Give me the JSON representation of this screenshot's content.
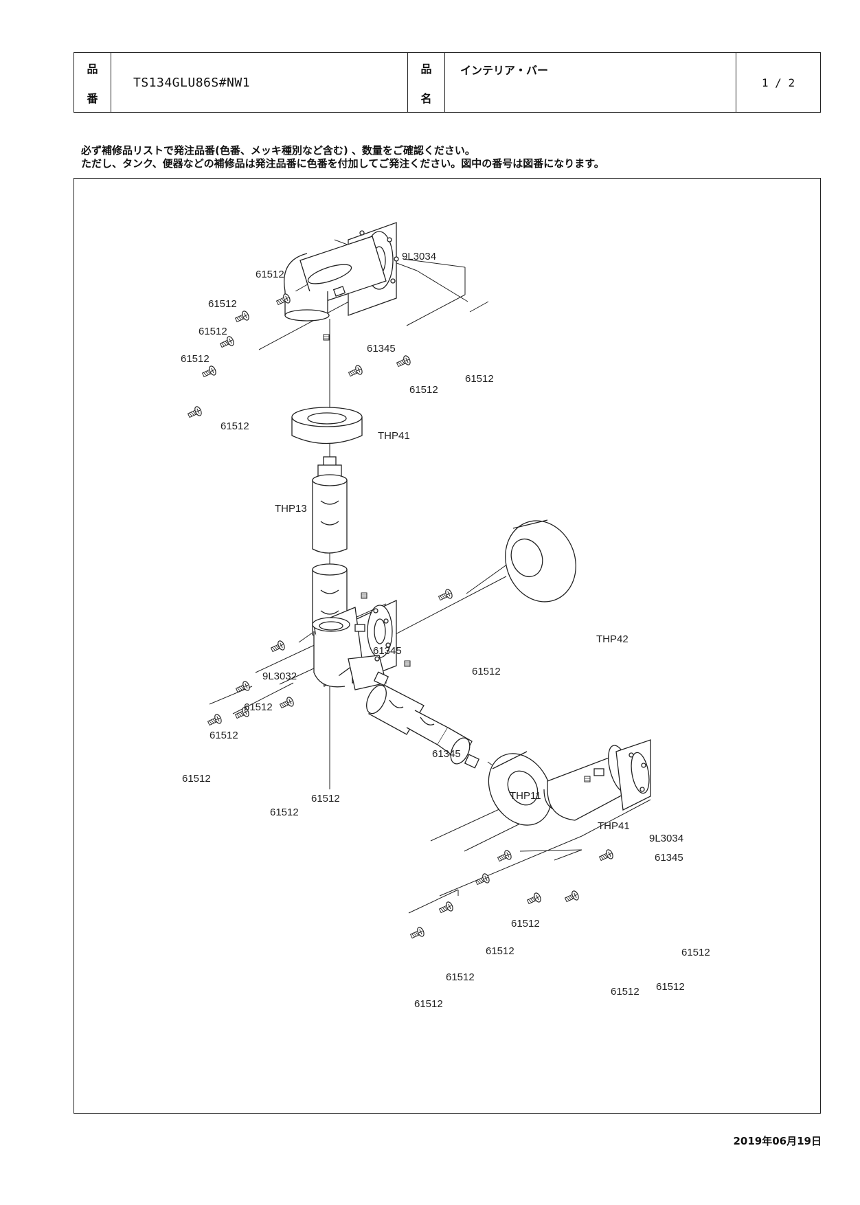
{
  "header": {
    "number_label_1": "品",
    "number_label_2": "番",
    "part_number": "TS134GLU86S#NW1",
    "name_label_1": "品",
    "name_label_2": "名",
    "part_name": "インテリア・バー",
    "page": "1 / 2"
  },
  "notes": {
    "line1": "必ず補修品リストで発注品番(色番、メッキ種別など含む) 、数量をご確認ください。",
    "line2": "ただし、タンク、便器などの補修品は発注品番に色番を付加してご発注ください。図中の番号は図番になります。"
  },
  "parts": {
    "p9l3034": "9L3034",
    "p9l3032": "9L3032",
    "p61512": "61512",
    "p61345": "61345",
    "thp41": "THP41",
    "thp42": "THP42",
    "thp13": "THP13",
    "thp11": "THP11"
  },
  "footer": {
    "date": "2019年06月19日"
  }
}
